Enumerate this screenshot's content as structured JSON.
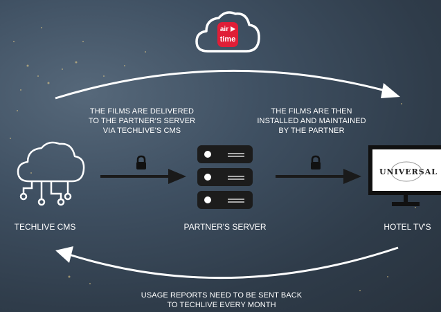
{
  "cloud_logo": {
    "line1": "air",
    "line2": "time"
  },
  "top_text": {
    "delivery_line1": "THE FILMS ARE DELIVERED",
    "delivery_line2": "TO THE PARTNER'S SERVER",
    "delivery_line3": "VIA TECHLIVE'S CMS",
    "install_line1": "THE FILMS ARE THEN",
    "install_line2": "INSTALLED AND MAINTAINED",
    "install_line3": "BY THE PARTNER"
  },
  "nodes": {
    "cms": "TECHLIVE CMS",
    "server": "PARTNER'S SERVER",
    "tv": "HOTEL TV'S"
  },
  "tv_logo": "UNIVERSAL",
  "bottom_text": {
    "line1": "USAGE REPORTS NEED TO BE SENT BACK",
    "line2": "TO TECHLIVE EVERY MONTH"
  },
  "colors": {
    "brand_red": "#e01e37",
    "arrow_dark": "#1a1a1a",
    "white": "#ffffff"
  },
  "icons": [
    "cloud-network-icon",
    "lock-icon",
    "server-icon",
    "tv-icon",
    "airtime-cloud-icon"
  ]
}
